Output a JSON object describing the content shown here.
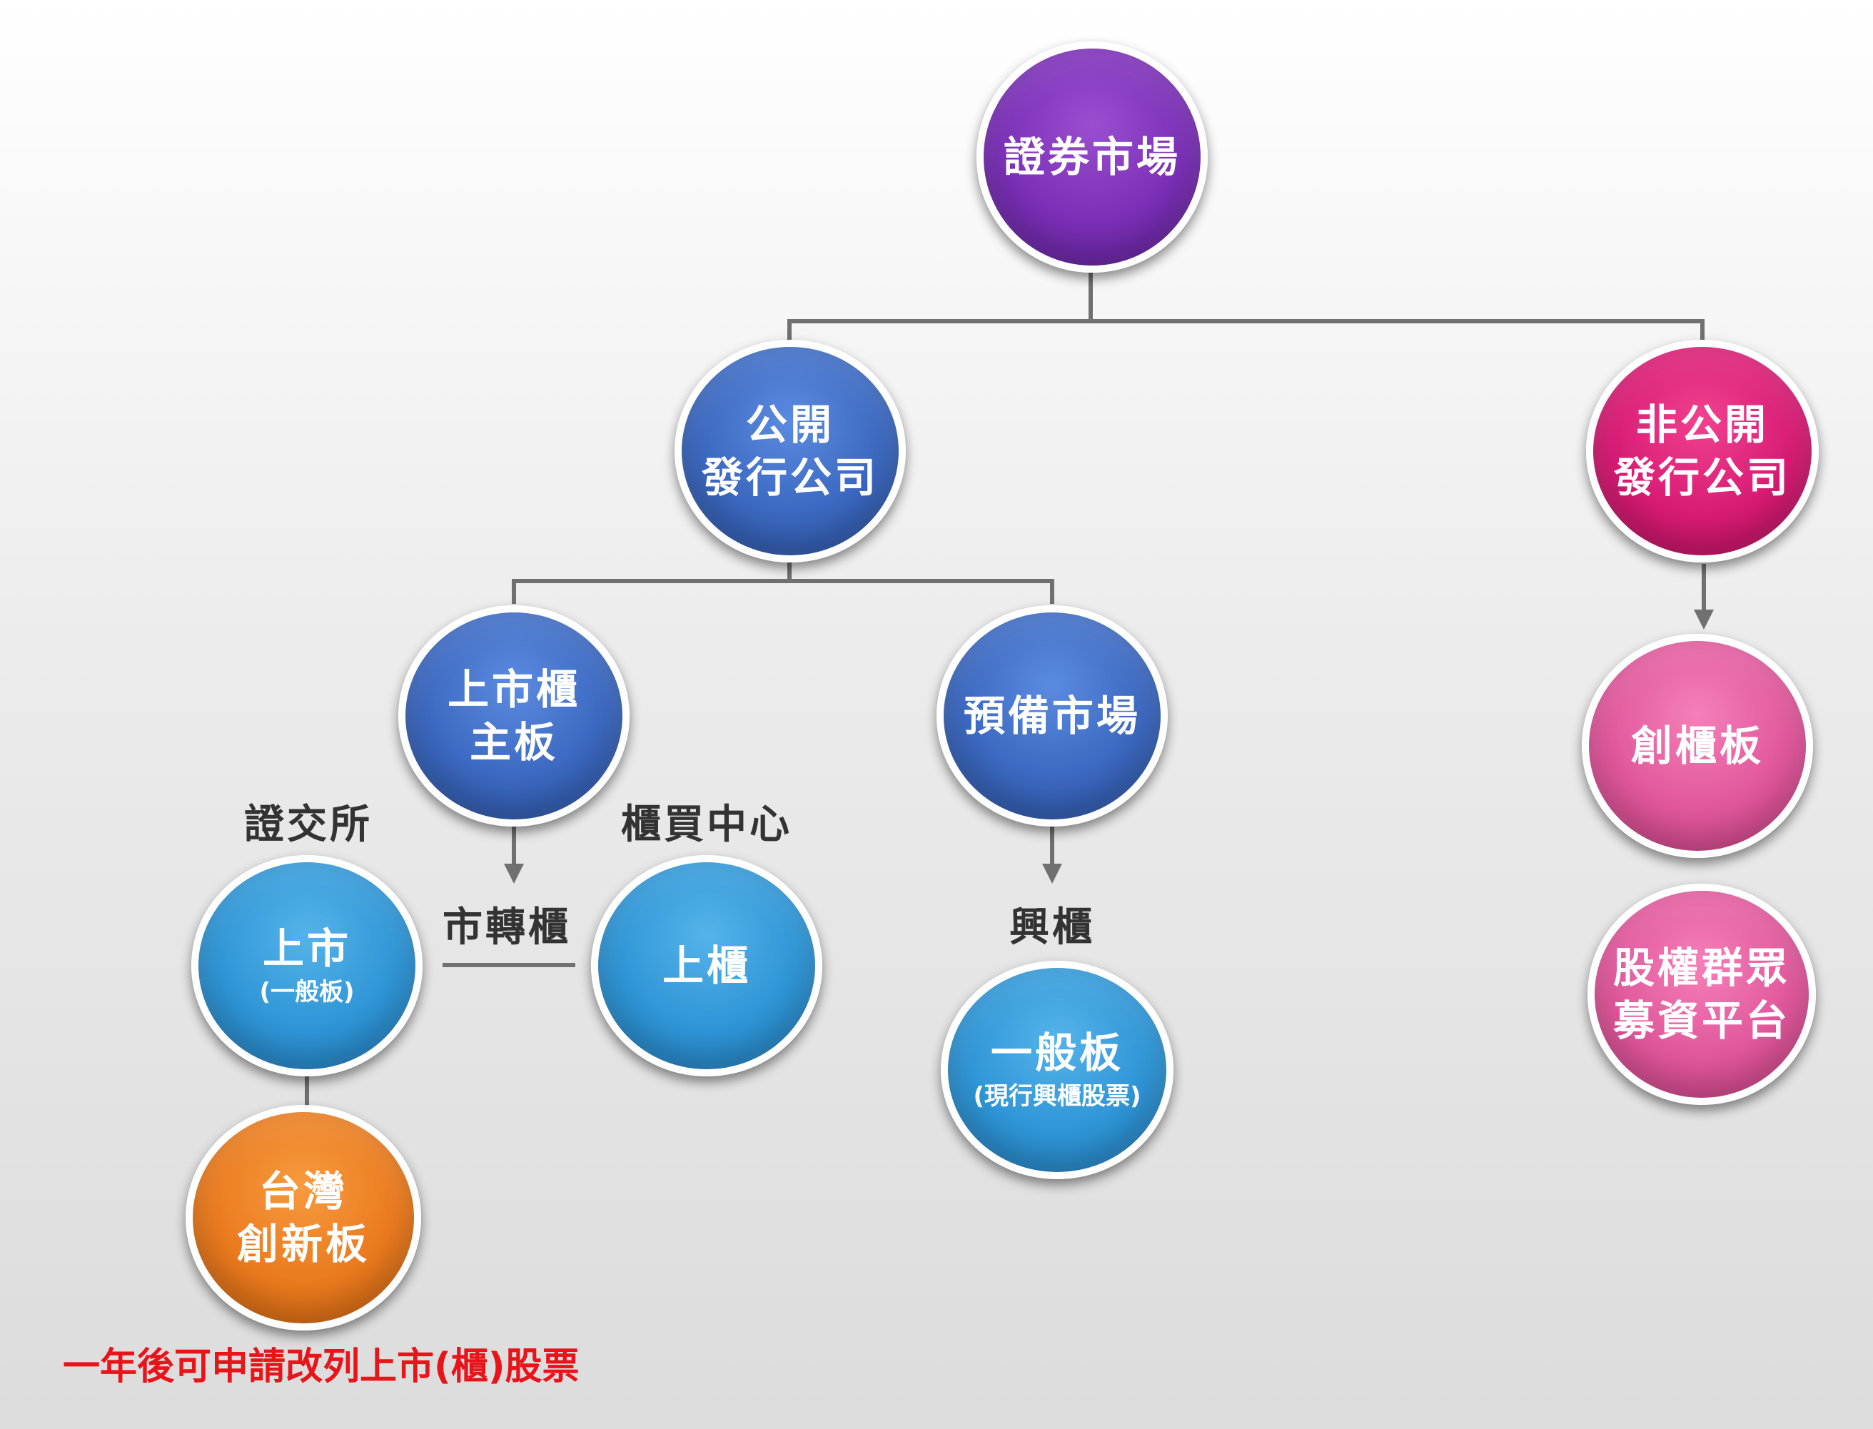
{
  "nodes": {
    "securities_market": {
      "line1": "證券市場"
    },
    "public_company": {
      "line1": "公開",
      "line2": "發行公司"
    },
    "nonpublic_company": {
      "line1": "非公開",
      "line2": "發行公司"
    },
    "main_board": {
      "line1": "上市櫃",
      "line2": "主板"
    },
    "preparatory_market": {
      "line1": "預備市場"
    },
    "innovation_board": {
      "line1": "創櫃板"
    },
    "listed": {
      "line1": "上市",
      "sub": "(一般板)"
    },
    "otc": {
      "line1": "上櫃"
    },
    "general_board": {
      "line1": "一般板",
      "sub": "(現行興櫃股票)"
    },
    "crowdfunding": {
      "line1": "股權群眾",
      "line2": "募資平台"
    },
    "taiwan_innovation": {
      "line1": "台灣",
      "line2": "創新板"
    }
  },
  "labels": {
    "twse": "證交所",
    "tpex": "櫃買中心",
    "transfer": "市轉櫃",
    "emerging": "興櫃"
  },
  "note": "一年後可申請改列上市(櫃)股票",
  "colors": {
    "connector": "#707070",
    "note": "#e8141a"
  }
}
